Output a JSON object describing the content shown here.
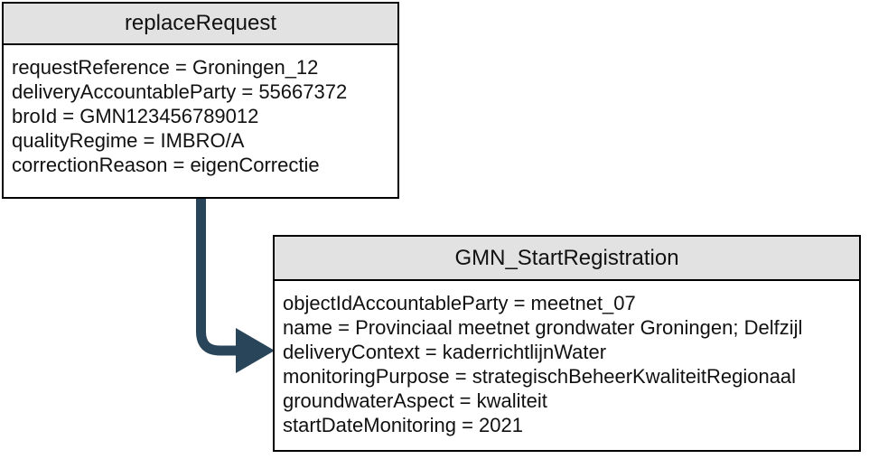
{
  "diagram": {
    "boxes": [
      {
        "title": "replaceRequest",
        "attributes": [
          "requestReference = Groningen_12",
          "deliveryAccountableParty = 55667372",
          "broId = GMN123456789012",
          "qualityRegime = IMBRO/A",
          "correctionReason = eigenCorrectie"
        ]
      },
      {
        "title": "GMN_StartRegistration",
        "attributes": [
          "objectIdAccountableParty = meetnet_07",
          "name = Provinciaal meetnet grondwater Groningen; Delfzijl",
          "deliveryContext = kaderrichtlijnWater",
          "monitoringPurpose = strategischBeheerKwaliteitRegionaal",
          "groundwaterAspect = kwaliteit",
          "startDateMonitoring = 2021"
        ]
      }
    ],
    "arrow": {
      "from": "replaceRequest",
      "to": "GMN_StartRegistration",
      "color": "#29455a"
    },
    "theme": {
      "header_bg": "#e2e2e2",
      "border_color": "#000000",
      "text_color": "#111111",
      "background": "#ffffff"
    }
  }
}
